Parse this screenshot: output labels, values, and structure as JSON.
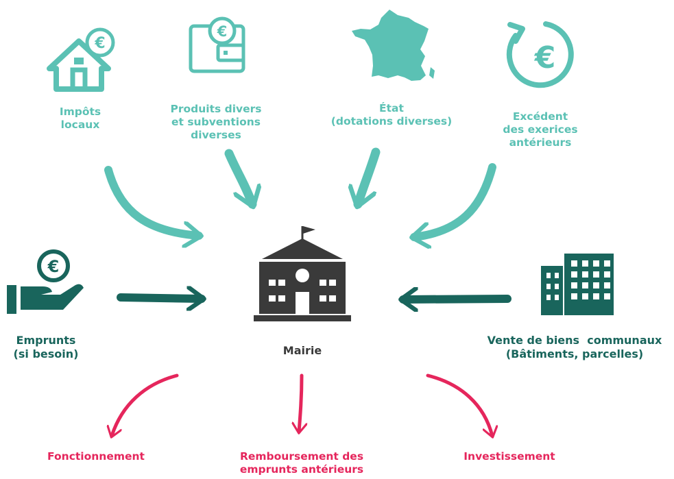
{
  "colors": {
    "teal": "#5bc1b4",
    "dark_teal": "#19655c",
    "dark": "#3a3a3a",
    "red": "#e5265c"
  },
  "center": {
    "label": "Mairie",
    "icon": "town-hall-icon"
  },
  "sources_top": [
    {
      "icon": "house-euro-icon",
      "lines": [
        "Impôts",
        "locaux"
      ]
    },
    {
      "icon": "wallet-euro-icon",
      "lines": [
        "Produits divers",
        "et subventions",
        "diverses"
      ]
    },
    {
      "icon": "france-map-icon",
      "lines": [
        "État",
        "(dotations diverses)"
      ]
    },
    {
      "icon": "euro-refresh-icon",
      "lines": [
        "Excédent",
        "des exerices",
        "antérieurs"
      ]
    }
  ],
  "sources_side": [
    {
      "icon": "hand-euro-icon",
      "lines": [
        "Emprunts",
        "(si besoin)"
      ]
    },
    {
      "icon": "buildings-icon",
      "lines": [
        "Vente de biens  communaux",
        "(Bâtiments, parcelles)"
      ]
    }
  ],
  "uses": [
    {
      "lines": [
        "Fonctionnement"
      ]
    },
    {
      "lines": [
        "Remboursement des",
        "emprunts antérieurs"
      ]
    },
    {
      "lines": [
        "Investissement"
      ]
    }
  ]
}
